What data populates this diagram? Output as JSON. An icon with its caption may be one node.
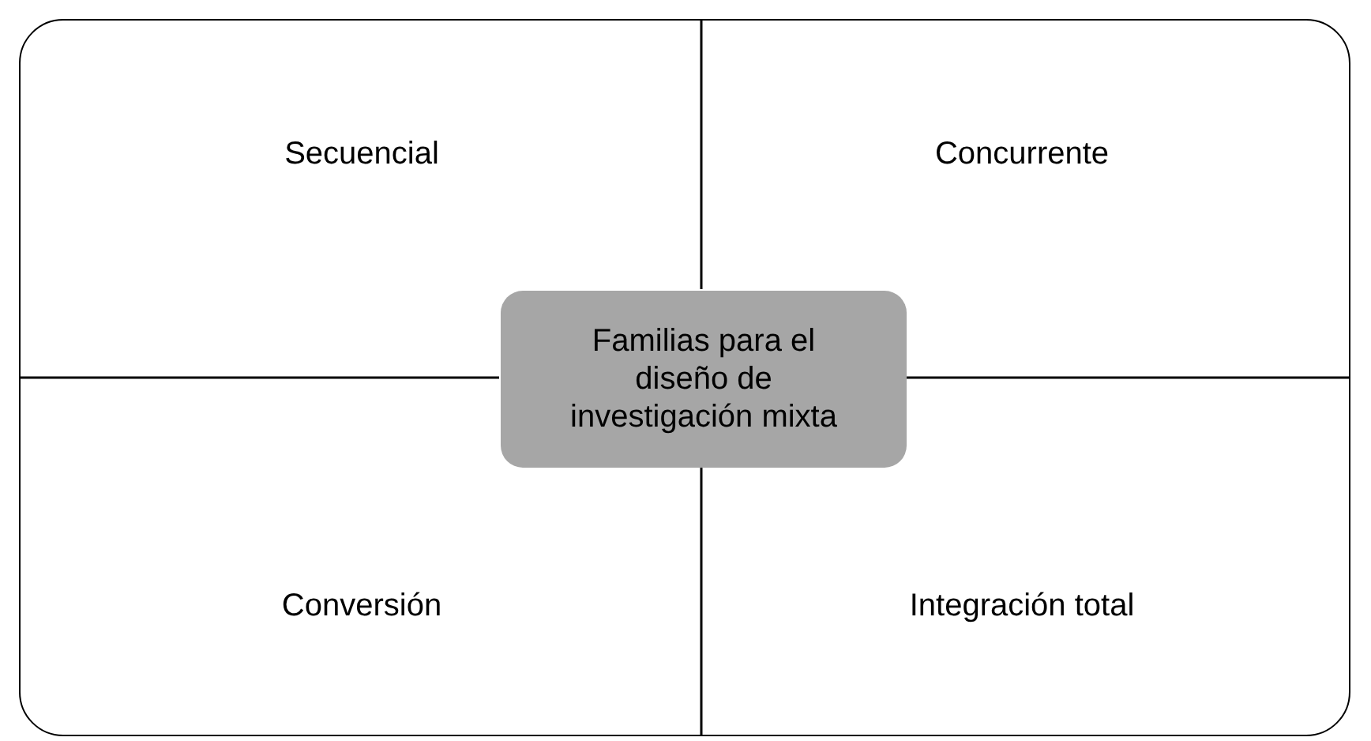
{
  "diagram": {
    "nodes": [
      {
        "text": [],
        "shape": "box"
      },
      {
        "text": [
          "Secuencial"
        ],
        "in": 0
      },
      {
        "text": [
          "Concurrente"
        ],
        "in": 0
      },
      {
        "text": [
          "Familias para el diseño de investigación mixta"
        ],
        "in": 0
      },
      {
        "text": [
          "Conversión"
        ],
        "in": 0
      },
      {
        "text": [
          "Integración total"
        ],
        "in": 0
      }
    ]
  }
}
